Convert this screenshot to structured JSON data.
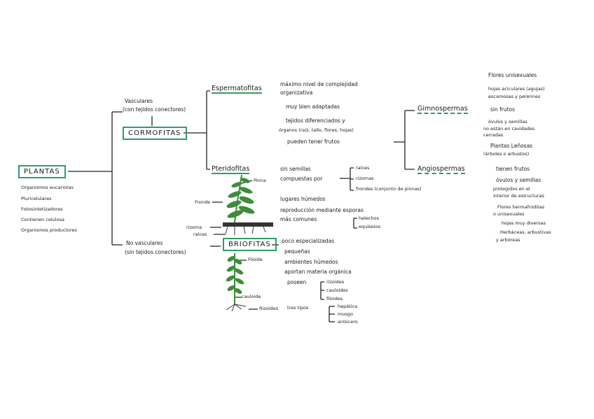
{
  "root": {
    "label": "PLANTAS",
    "props": [
      "Organismos eucariotas",
      "Pluricelulares",
      "Fotosintetizadores",
      "Contienen celulosa",
      "Organismos productores"
    ]
  },
  "vasc": {
    "label": "Vasculares",
    "sub": "(con tejidos conectores)",
    "group": "CORMOFITAS"
  },
  "novasc": {
    "label": "No vasculares",
    "sub": "(sin tejidos conectores)",
    "group": "BRIOFITAS"
  },
  "esp": {
    "label": "Espermatofitas",
    "items": [
      "máximo nivel de complejidad",
      "organizativa",
      "muy bien adaptadas",
      "tejidos diferenciados y",
      "órganos (raíz, tallo, flores, hojas)",
      "pueden tener frutos"
    ]
  },
  "gimno": {
    "label": "Gimnospermas",
    "items": [
      "Flores unisexuales",
      "hojas aciculares (agujas)",
      "escamosas y perennes",
      "sin frutos",
      "óvulos y semillas",
      "no están en cavidades",
      "cerradas",
      "Plantas Leñosas",
      "(árboles o arbustos)"
    ]
  },
  "angio": {
    "label": "Angiospermas",
    "items": [
      "tienen frutos",
      "óvulos y semillas",
      "protegidos en el",
      "interior de estructuras",
      "Flores hermafroditas",
      "o unisexuales",
      "hojas muy diversas",
      "Herbáceas, arbustivas",
      "y arbóreas"
    ]
  },
  "pteri": {
    "label": "Pteridofitas",
    "a": "sin semillas",
    "b": "compuestas por",
    "parts": [
      "raíces",
      "rizomas",
      "frondes (conjunto de pinnas)"
    ],
    "more": [
      "lugares húmedos",
      "reproducción mediante esporas",
      "más comunes"
    ],
    "ex": [
      "helechos",
      "equisetos"
    ]
  },
  "fern": {
    "pinna": "Pinna",
    "fronde": "Fronde",
    "rizoma": "rizoma",
    "raices": "raíces"
  },
  "brio": {
    "items": [
      "poco especializadas",
      "pequeñas",
      "ambientes húmedos",
      "aportan materia orgánica",
      "poseen"
    ],
    "pos": [
      "rizoides",
      "cauloides",
      "filoides"
    ],
    "tipos": "tres tipos",
    "types": [
      "hepática",
      "musgo",
      "antocero"
    ]
  },
  "moss": {
    "filoide": "Filoide",
    "cauloide": "cauloide",
    "rizoide": "Rizoides"
  },
  "colors": {
    "accent": "#2e9e63",
    "plant": "#3d8c3a"
  }
}
